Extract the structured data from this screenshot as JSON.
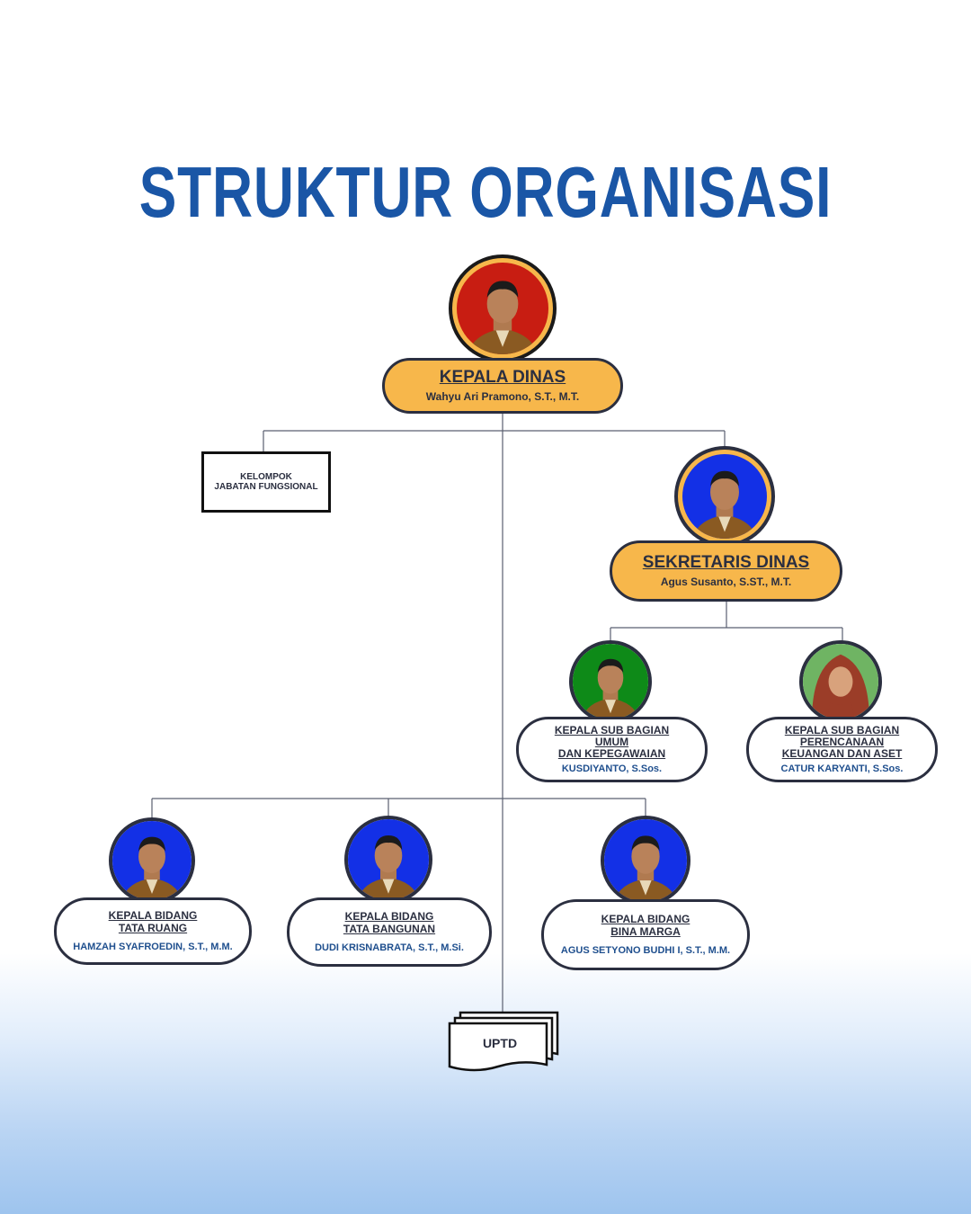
{
  "title": "STRUKTUR ORGANISASI",
  "kepala_dinas": {
    "role": "KEPALA DINAS",
    "name": "Wahyu Ari Pramono, S.T., M.T."
  },
  "kelompok": {
    "line1": "KELOMPOK",
    "line2": "JABATAN FUNGSIONAL"
  },
  "sekretaris": {
    "role": "SEKRETARIS DINAS",
    "name": "Agus Susanto, S.ST., M.T."
  },
  "subbag_umum": {
    "role_lines": [
      "KEPALA SUB BAGIAN",
      "UMUM",
      "DAN KEPEGAWAIAN"
    ],
    "name": "KUSDIYANTO, S.Sos."
  },
  "subbag_keuangan": {
    "role_lines": [
      "KEPALA SUB BAGIAN",
      "PERENCANAAN",
      "KEUANGAN DAN ASET"
    ],
    "name": "CATUR KARYANTI, S.Sos."
  },
  "bidang_tata_ruang": {
    "role_lines": [
      "KEPALA BIDANG",
      "TATA RUANG"
    ],
    "name": "HAMZAH SYAFROEDIN, S.T., M.M."
  },
  "bidang_tata_bangunan": {
    "role_lines": [
      "KEPALA BIDANG",
      "TATA BANGUNAN"
    ],
    "name": "DUDI KRISNABRATA, S.T., M.Si."
  },
  "bidang_bina_marga": {
    "role_lines": [
      "KEPALA BIDANG",
      "BINA MARGA"
    ],
    "name": "AGUS SETYONO BUDHI I, S.T., M.M."
  },
  "uptd": "UPTD",
  "colors": {
    "title": "#1a56a6",
    "gold": "#f7b74b",
    "outline": "#2b2f40",
    "name_blue": "#1f4f8e"
  }
}
